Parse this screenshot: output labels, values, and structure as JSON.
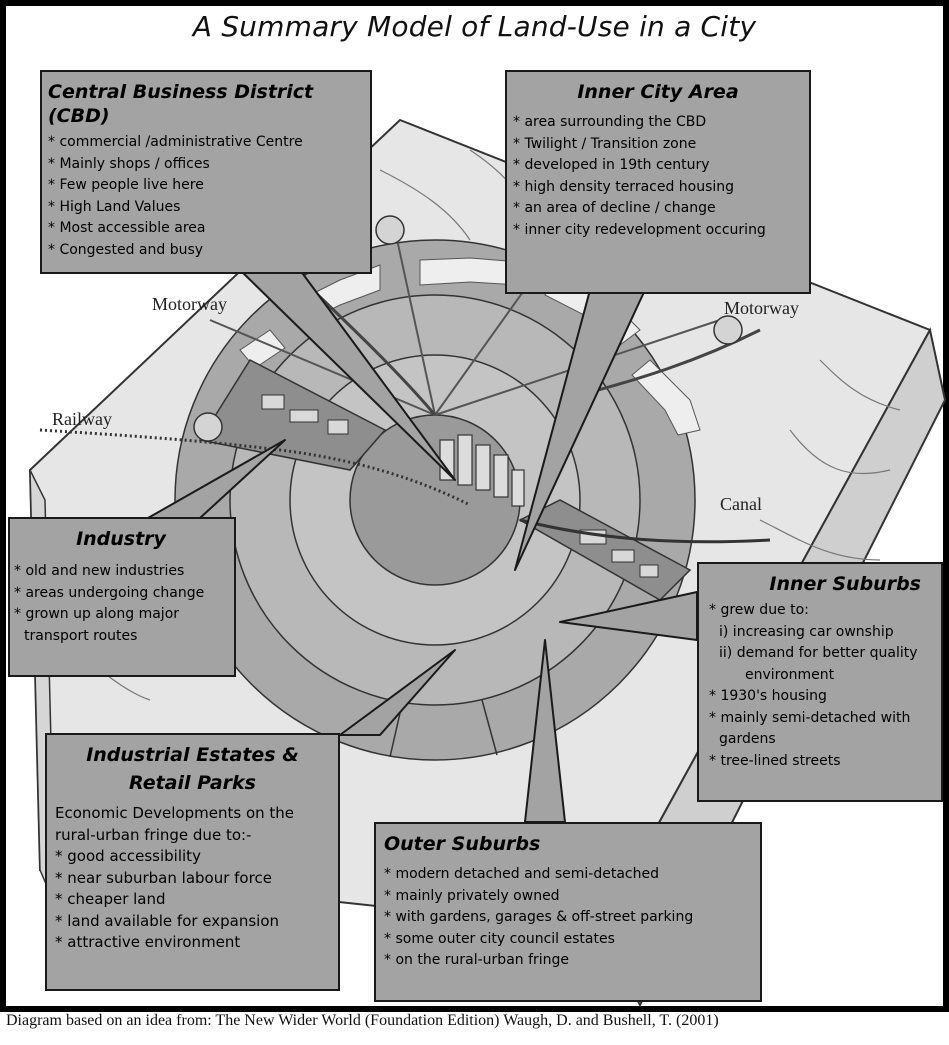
{
  "title": "A Summary Model of Land-Use in a City",
  "map_labels": {
    "motorway_left": "Motorway",
    "motorway_right": "Motorway",
    "railway": "Railway",
    "canal": "Canal"
  },
  "cbd": {
    "heading": "Central Business District (CBD)",
    "items": [
      "commercial /administrative Centre",
      "Mainly shops / offices",
      "Few people live here",
      "High Land Values",
      "Most accessible area",
      "Congested and busy"
    ]
  },
  "inner_city": {
    "heading": "Inner City Area",
    "items": [
      "area surrounding the CBD",
      "Twilight / Transition zone",
      "developed in 19th century",
      "high density terraced housing",
      "an area of decline / change",
      "inner city redevelopment occuring"
    ]
  },
  "industry": {
    "heading": "Industry",
    "items": [
      "old and new industries",
      "areas undergoing change",
      "grown up along major",
      "transport routes"
    ]
  },
  "inner_suburbs": {
    "heading": "Inner Suburbs",
    "items": [
      "grew due to:",
      "i) increasing car ownship",
      "ii) demand for better quality",
      "environment",
      "1930's housing",
      "mainly semi-detached with",
      "gardens",
      "tree-lined streets"
    ]
  },
  "industrial_estates": {
    "heading_line1": "Industrial Estates &",
    "heading_line2": "Retail Parks",
    "intro_line1": "Economic Developments on the",
    "intro_line2": "rural-urban fringe due to:-",
    "items": [
      "good accessibility",
      "near suburban labour force",
      "cheaper land",
      "land available for expansion",
      "attractive environment"
    ]
  },
  "outer_suburbs": {
    "heading": "Outer Suburbs",
    "items": [
      "modern detached and semi-detached",
      "mainly privately owned",
      "with gardens, garages & off-street parking",
      "some outer city council estates",
      "on the rural-urban fringe"
    ]
  },
  "caption": "Diagram based on an idea from: The New Wider World (Foundation Edition) Waugh, D. and Bushell, T. (2001)",
  "colors": {
    "box_fill": "#a3a3a3",
    "ring_outer": "#a9a9a9",
    "ring_mid": "#b8b8b8",
    "ring_inner": "#c4c4c4",
    "cbd_core": "#9a9a9a",
    "land": "#e4e4e4",
    "slab_side": "#cfcfcf"
  }
}
